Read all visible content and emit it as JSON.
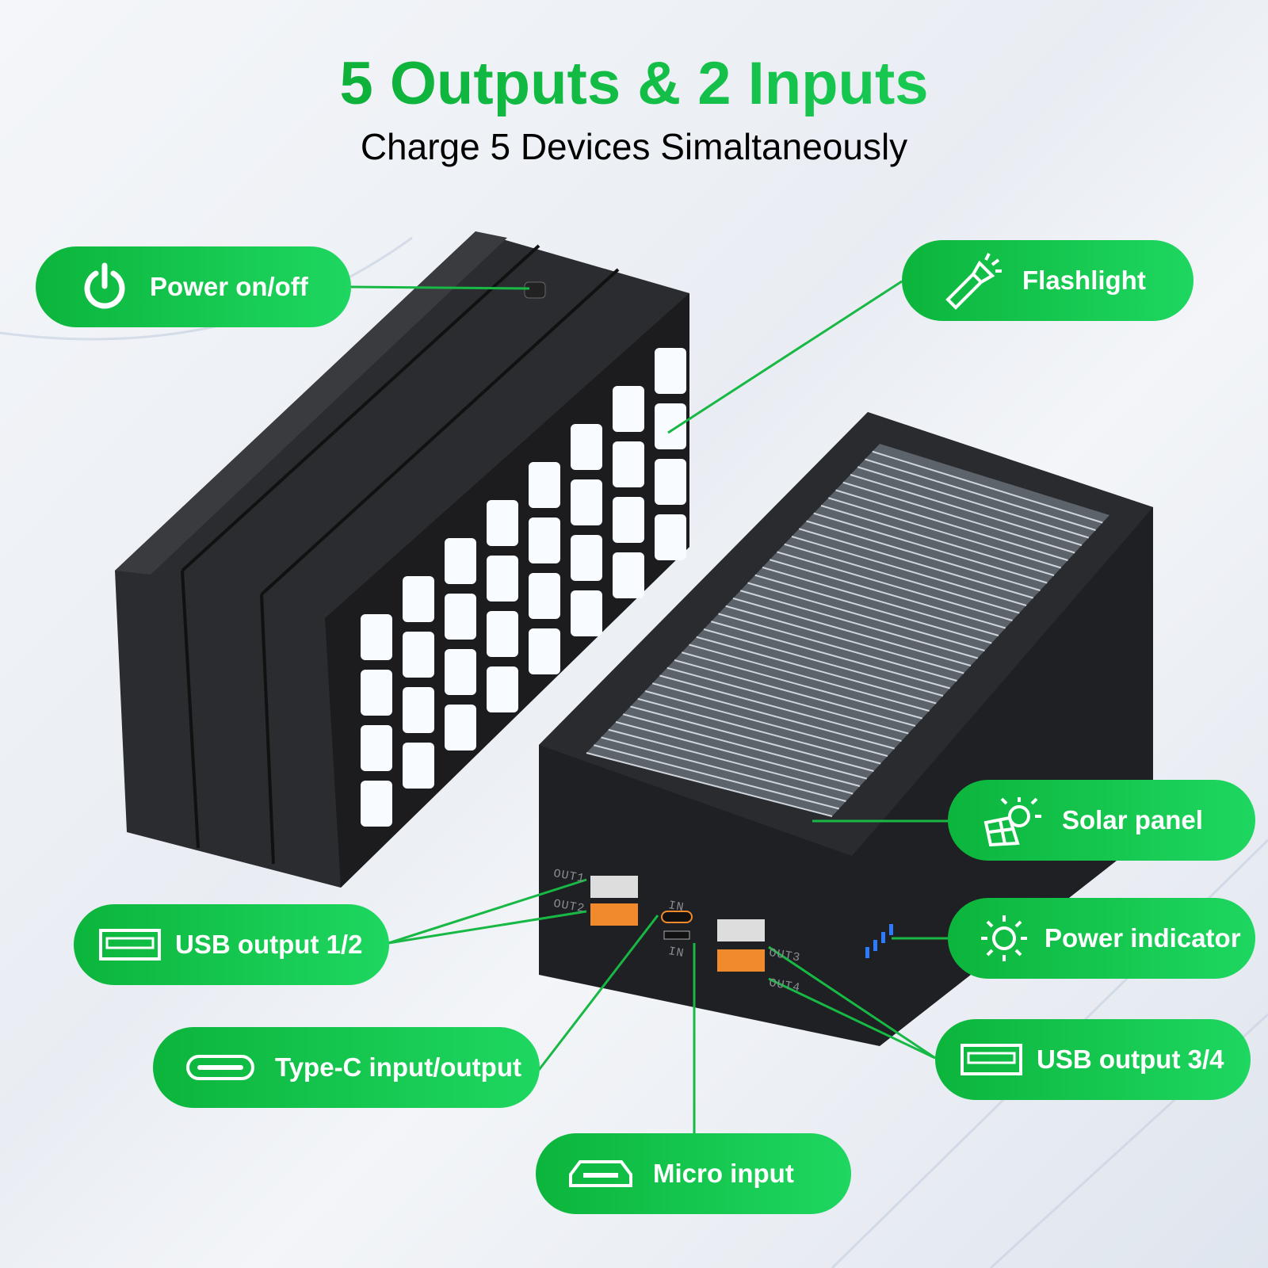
{
  "header": {
    "title": "5 Outputs & 2 Inputs",
    "subtitle": "Charge 5 Devices Simaltaneously"
  },
  "accent_color": "#16c44a",
  "callouts": [
    {
      "label": "Power on/off",
      "icon": "power-icon"
    },
    {
      "label": "Flashlight",
      "icon": "flashlight-icon"
    },
    {
      "label": "Solar panel",
      "icon": "solar-panel-icon"
    },
    {
      "label": "Power indicator",
      "icon": "sun-indicator-icon"
    },
    {
      "label": "USB output 1/2",
      "icon": "usb-port-icon"
    },
    {
      "label": "USB output 3/4",
      "icon": "usb-port-icon"
    },
    {
      "label": "Type-C input/output",
      "icon": "type-c-port-icon"
    },
    {
      "label": "Micro input",
      "icon": "micro-usb-port-icon"
    }
  ],
  "device_port_labels": [
    "OUT1",
    "OUT2",
    "IN",
    "IN",
    "OUT3",
    "OUT4"
  ]
}
